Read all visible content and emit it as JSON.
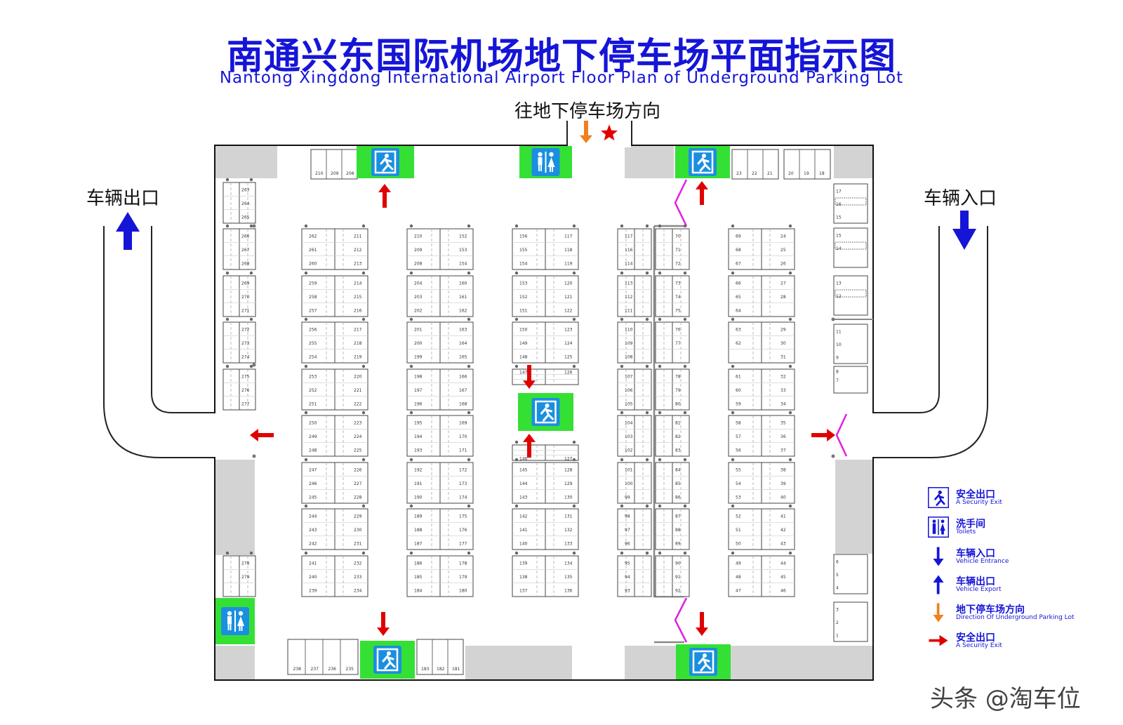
{
  "title_cn": "南通兴东国际机场地下停车场平面指示图",
  "title_en": "Nantong Xingdong International Airport Floor Plan of Underground Parking Lot",
  "top_label": "往地下停车场方向",
  "exit_label": "车辆出口",
  "entrance_label": "车辆入口",
  "colors": {
    "title": "#1515d8",
    "sign_green": "#35e035",
    "sign_blue": "#1a8fe0",
    "wall_gray": "#d3d3d3",
    "arrow_red": "#e00000",
    "arrow_blue": "#1515d8",
    "arrow_orange": "#f08020",
    "ramp_magenta": "#e020e0"
  },
  "icons": {
    "security_exit": "running-man-icon",
    "toilets": "toilet-icon",
    "star": "star-icon"
  },
  "legend": [
    {
      "icon": "running-man-icon",
      "cn": "安全出口",
      "en": "A Security Exit"
    },
    {
      "icon": "toilet-icon",
      "cn": "洗手间",
      "en": "Toilets"
    },
    {
      "icon": "blue-down-arrow-icon",
      "cn": "车辆入口",
      "en": "Vehicle Entrance"
    },
    {
      "icon": "blue-up-arrow-icon",
      "cn": "车辆出口",
      "en": "Vehicle Export"
    },
    {
      "icon": "orange-down-arrow-icon",
      "cn": "地下停车场方向",
      "en": "Direction Of Underground Parking Lot"
    },
    {
      "icon": "red-right-arrow-icon",
      "cn": "安全出口",
      "en": "A Security Exit"
    }
  ],
  "watermark": "头条 @淘车位",
  "block_labels": {
    "col1": [
      {
        "left": [
          "262",
          "261",
          "260"
        ],
        "right": [
          "211",
          "212",
          "213"
        ]
      },
      {
        "left": [
          "259",
          "258",
          "257"
        ],
        "right": [
          "214",
          "215",
          "216"
        ]
      },
      {
        "left": [
          "256",
          "255",
          "254"
        ],
        "right": [
          "217",
          "218",
          "219"
        ]
      },
      {
        "left": [
          "253",
          "252",
          "251"
        ],
        "right": [
          "220",
          "221",
          "222"
        ]
      },
      {
        "left": [
          "250",
          "249",
          "248"
        ],
        "right": [
          "223",
          "224",
          "225"
        ]
      },
      {
        "left": [
          "247",
          "246",
          "245"
        ],
        "right": [
          "226",
          "227",
          "228"
        ]
      },
      {
        "left": [
          "244",
          "243",
          "242"
        ],
        "right": [
          "229",
          "230",
          "231"
        ]
      },
      {
        "left": [
          "241",
          "240",
          "239"
        ],
        "right": [
          "232",
          "233",
          "234"
        ]
      }
    ],
    "col2": [
      {
        "left": [
          "210",
          "209",
          "208"
        ],
        "right": [
          "152",
          "153",
          "154"
        ]
      },
      {
        "left": [
          "204",
          "203",
          "202"
        ],
        "right": [
          "160",
          "161",
          "162"
        ]
      },
      {
        "left": [
          "201",
          "200",
          "199"
        ],
        "right": [
          "163",
          "164",
          "165"
        ]
      },
      {
        "left": [
          "198",
          "197",
          "196"
        ],
        "right": [
          "166",
          "167",
          "168"
        ]
      },
      {
        "left": [
          "195",
          "194",
          "193"
        ],
        "right": [
          "169",
          "170",
          "171"
        ]
      },
      {
        "left": [
          "192",
          "191",
          "190"
        ],
        "right": [
          "172",
          "173",
          "174"
        ]
      },
      {
        "left": [
          "189",
          "188",
          "187"
        ],
        "right": [
          "175",
          "176",
          "177"
        ]
      },
      {
        "left": [
          "186",
          "185",
          "184"
        ],
        "right": [
          "178",
          "179",
          "180"
        ]
      }
    ],
    "col3": [
      {
        "left": [
          "156",
          "155",
          "154"
        ],
        "right": [
          "117",
          "118",
          "119"
        ]
      },
      {
        "left": [
          "153",
          "152",
          "151"
        ],
        "right": [
          "120",
          "121",
          "122"
        ]
      },
      {
        "left": [
          "150",
          "149",
          "148"
        ],
        "right": [
          "123",
          "124",
          "125"
        ]
      },
      {
        "left": [
          "147",
          "",
          ""
        ],
        "right": [
          "126",
          "",
          ""
        ]
      },
      {
        "left": [
          "",
          "",
          "146"
        ],
        "right": [
          "",
          "",
          "127"
        ]
      },
      {
        "left": [
          "145",
          "144",
          "143"
        ],
        "right": [
          "128",
          "129",
          "130"
        ]
      },
      {
        "left": [
          "142",
          "141",
          "140"
        ],
        "right": [
          "131",
          "132",
          "133"
        ]
      },
      {
        "left": [
          "139",
          "138",
          "137"
        ],
        "right": [
          "134",
          "135",
          "136"
        ]
      }
    ],
    "col4": [
      {
        "left": [
          "117",
          "116",
          "114"
        ],
        "right": [
          "70",
          "71",
          "72"
        ]
      },
      {
        "left": [
          "113",
          "112",
          "111"
        ],
        "right": [
          "73",
          "74",
          "75"
        ]
      },
      {
        "left": [
          "110",
          "109",
          "108"
        ],
        "right": [
          "76",
          "77",
          ""
        ]
      },
      {
        "left": [
          "107",
          "106",
          "105"
        ],
        "right": [
          "78",
          "79",
          "80"
        ]
      },
      {
        "left": [
          "104",
          "103",
          "102"
        ],
        "right": [
          "81",
          "82",
          "83"
        ]
      },
      {
        "left": [
          "101",
          "100",
          "99"
        ],
        "right": [
          "84",
          "85",
          "86"
        ]
      },
      {
        "left": [
          "98",
          "97",
          "96"
        ],
        "right": [
          "87",
          "88",
          "89"
        ]
      },
      {
        "left": [
          "95",
          "94",
          "93"
        ],
        "right": [
          "90",
          "91",
          "92"
        ]
      }
    ],
    "col5": [
      {
        "left": [
          "69",
          "68",
          "67"
        ],
        "right": [
          "24",
          "25",
          "26"
        ]
      },
      {
        "left": [
          "66",
          "65",
          "64"
        ],
        "right": [
          "27",
          "28",
          ""
        ]
      },
      {
        "left": [
          "63",
          "62",
          ""
        ],
        "right": [
          "29",
          "30",
          "31"
        ]
      },
      {
        "left": [
          "61",
          "60",
          "59"
        ],
        "right": [
          "32",
          "33",
          "34"
        ]
      },
      {
        "left": [
          "58",
          "57",
          "56"
        ],
        "right": [
          "35",
          "36",
          "37"
        ]
      },
      {
        "left": [
          "55",
          "54",
          "53"
        ],
        "right": [
          "38",
          "39",
          "40"
        ]
      },
      {
        "left": [
          "52",
          "51",
          "50"
        ],
        "right": [
          "41",
          "42",
          "43"
        ]
      },
      {
        "left": [
          "49",
          "48",
          "47"
        ],
        "right": [
          "44",
          "45",
          "46"
        ]
      }
    ],
    "leftwall": [
      [
        "263",
        "264",
        "265"
      ],
      [
        "266",
        "267",
        "268"
      ],
      [
        "269",
        "270",
        "271"
      ],
      [
        "272",
        "273",
        "274"
      ],
      [
        "275",
        "276",
        "277"
      ],
      [
        "278",
        "279",
        ""
      ]
    ],
    "rightwall": [
      [
        "17",
        "16",
        "15"
      ],
      [
        "15",
        "14",
        ""
      ],
      [
        "13",
        "12",
        ""
      ],
      [
        "11",
        "10",
        "9"
      ],
      [
        "8",
        "7",
        ""
      ],
      [
        "6",
        "5",
        "4"
      ],
      [
        "3",
        "2",
        "1"
      ]
    ],
    "top_left_row": [
      "210",
      "209",
      "208"
    ],
    "top_right_row1": [
      "23",
      "22",
      "21"
    ],
    "top_right_row2": [
      "20",
      "19",
      "18"
    ],
    "bottom_left_row": [
      "238",
      "237",
      "236",
      "235"
    ],
    "bottom_mid_row": [
      "183",
      "182",
      "181"
    ]
  }
}
